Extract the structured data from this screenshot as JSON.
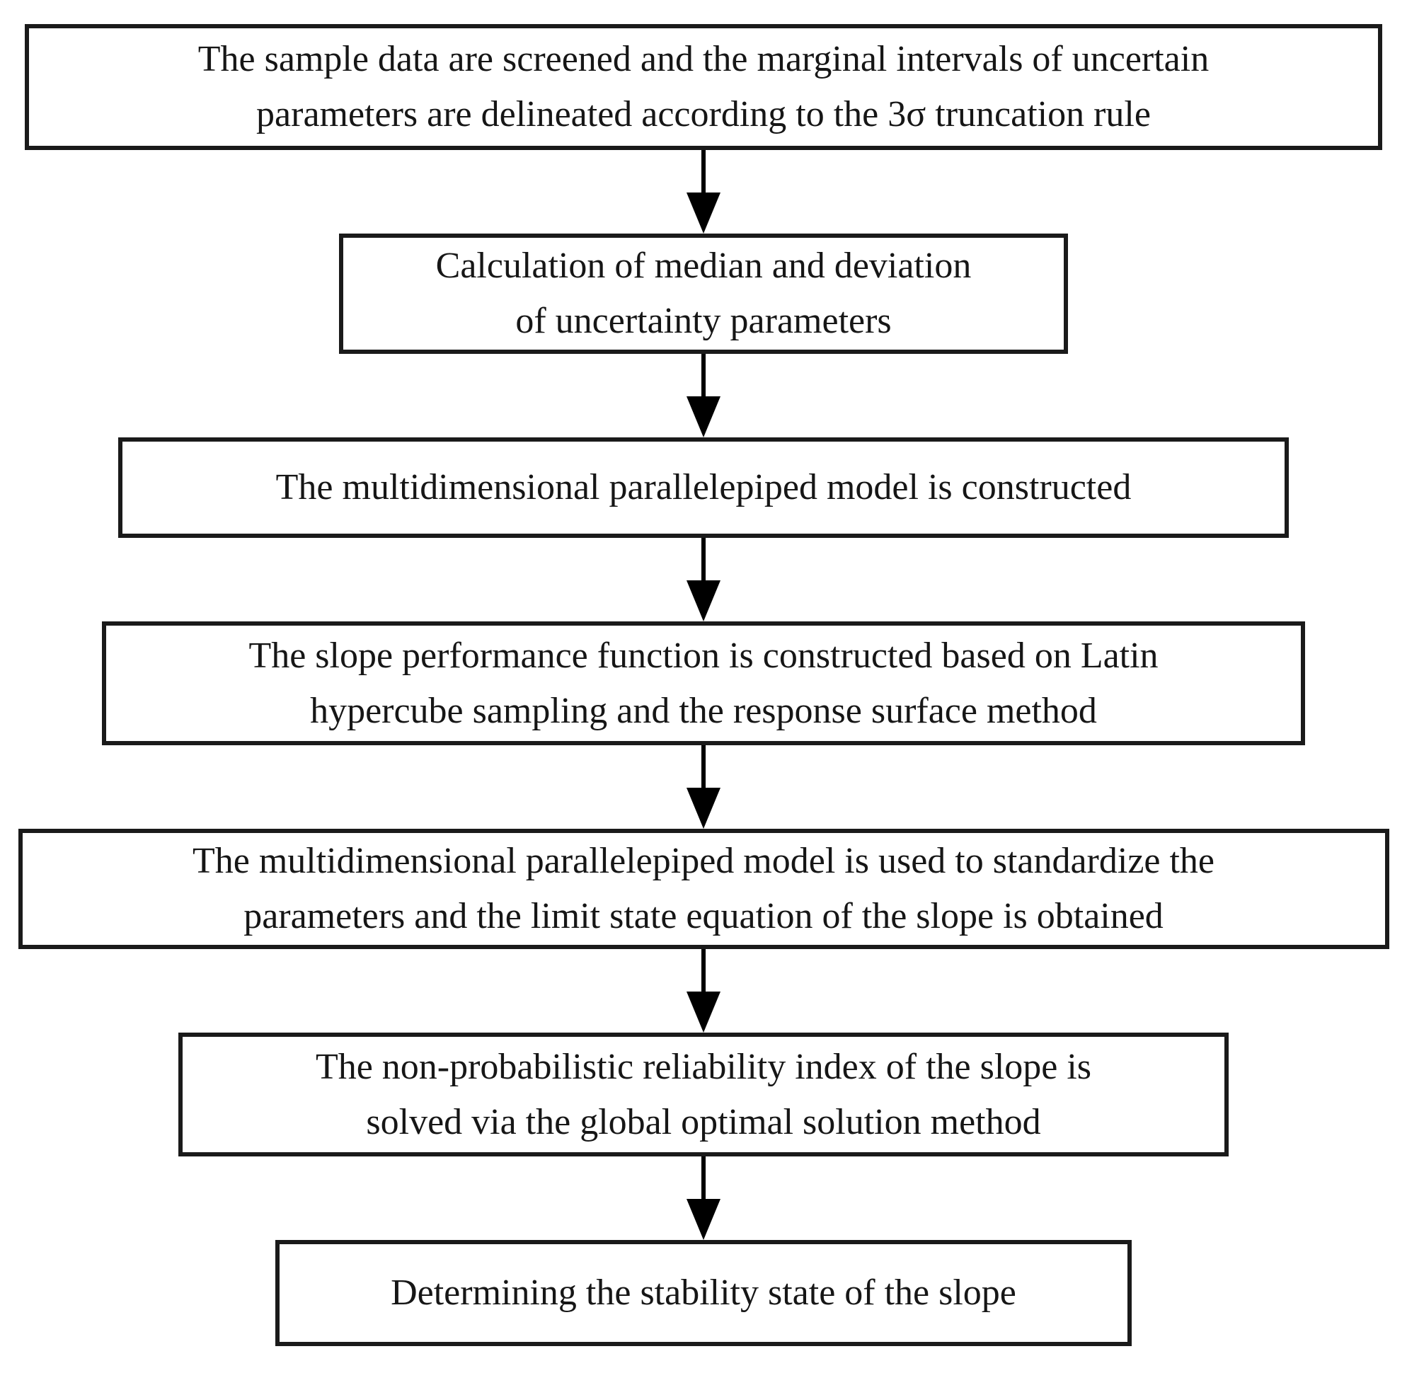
{
  "diagram": {
    "type": "flowchart",
    "direction": "top-down",
    "colors": {
      "background": "#ffffff",
      "box_fill": "#ffffff",
      "box_border": "#1a1a1a",
      "text": "#161616",
      "arrow": "#000000"
    },
    "nodes": [
      {
        "id": "step-1",
        "lines": [
          "The sample data are screened and the marginal intervals of uncertain",
          "parameters are delineated according to the 3σ truncation rule"
        ]
      },
      {
        "id": "step-2",
        "lines": [
          "Calculation of median and deviation",
          "of uncertainty parameters"
        ]
      },
      {
        "id": "step-3",
        "lines": [
          "The multidimensional parallelepiped model is constructed"
        ]
      },
      {
        "id": "step-4",
        "lines": [
          "The slope performance function is constructed based on Latin",
          "hypercube sampling and the response surface method"
        ]
      },
      {
        "id": "step-5",
        "lines": [
          "The multidimensional parallelepiped model is used to standardize the",
          "parameters and the limit state equation of the slope is obtained"
        ]
      },
      {
        "id": "step-6",
        "lines": [
          "The non-probabilistic reliability index of the slope is",
          "solved via the global optimal solution method"
        ]
      },
      {
        "id": "step-7",
        "lines": [
          "Determining the stability state of the slope"
        ]
      }
    ],
    "edges": [
      {
        "from": "step-1",
        "to": "step-2"
      },
      {
        "from": "step-2",
        "to": "step-3"
      },
      {
        "from": "step-3",
        "to": "step-4"
      },
      {
        "from": "step-4",
        "to": "step-5"
      },
      {
        "from": "step-5",
        "to": "step-6"
      },
      {
        "from": "step-6",
        "to": "step-7"
      }
    ]
  }
}
